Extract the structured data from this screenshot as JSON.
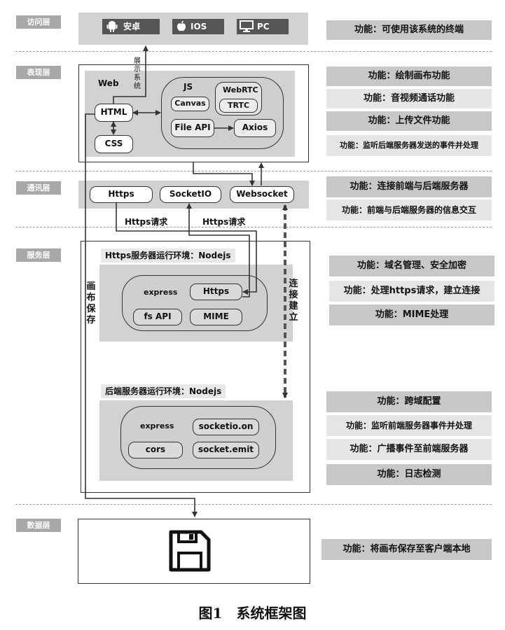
{
  "layers": {
    "access": "访问层",
    "presentation": "表现层",
    "communication": "通讯层",
    "service": "服务层",
    "data": "数据层"
  },
  "access": {
    "platforms": [
      {
        "label": "安卓",
        "icon": "android-icon"
      },
      {
        "label": "IOS",
        "icon": "apple-icon"
      },
      {
        "label": "PC",
        "icon": "monitor-icon"
      }
    ],
    "function": "功能：可使用该系统的终端"
  },
  "presentation": {
    "web_label": "Web",
    "html": "HTML",
    "css": "CSS",
    "js": "JS",
    "canvas": "Canvas",
    "webrtc": "WebRTC",
    "trtc": "TRTC",
    "file_api": "File API",
    "axios": "Axios",
    "display_system": "展示系统",
    "functions": [
      "功能：绘制画布功能",
      "功能：音视频通话功能",
      "功能：上传文件功能",
      "功能：监听后端服务器发送的事件并处理"
    ]
  },
  "communication": {
    "https": "Https",
    "socketio": "SocketIO",
    "websocket": "Websocket",
    "https_request_left": "Https请求",
    "https_request_right": "Https请求",
    "functions": [
      "功能：连接前端与后端服务器",
      "功能：前端与后端服务器的信息交互"
    ]
  },
  "service": {
    "https_env": "Https服务器运行环境：Nodejs",
    "express": "express",
    "https": "Https",
    "fs_api": "fs API",
    "mime": "MIME",
    "backend_env": "后端服务器运行环境：Nodejs",
    "backend_express": "express",
    "socketio_on": "socketio.on",
    "cors": "cors",
    "socket_emit": "socket.emit",
    "canvas_save": "画布保存",
    "connect_setup": "连接建立",
    "https_functions": [
      "功能：域名管理、安全加密",
      "功能：处理https请求，建立连接",
      "功能：MIME处理"
    ],
    "backend_functions": [
      "功能：跨域配置",
      "功能：监听前端服务器事件并处理",
      "功能：广播事件至前端服务器",
      "功能：日志检测"
    ]
  },
  "data": {
    "icon": "floppy-disk-icon",
    "function": "功能：将画布保存至客户端本地"
  },
  "caption": "图1　系统框架图"
}
